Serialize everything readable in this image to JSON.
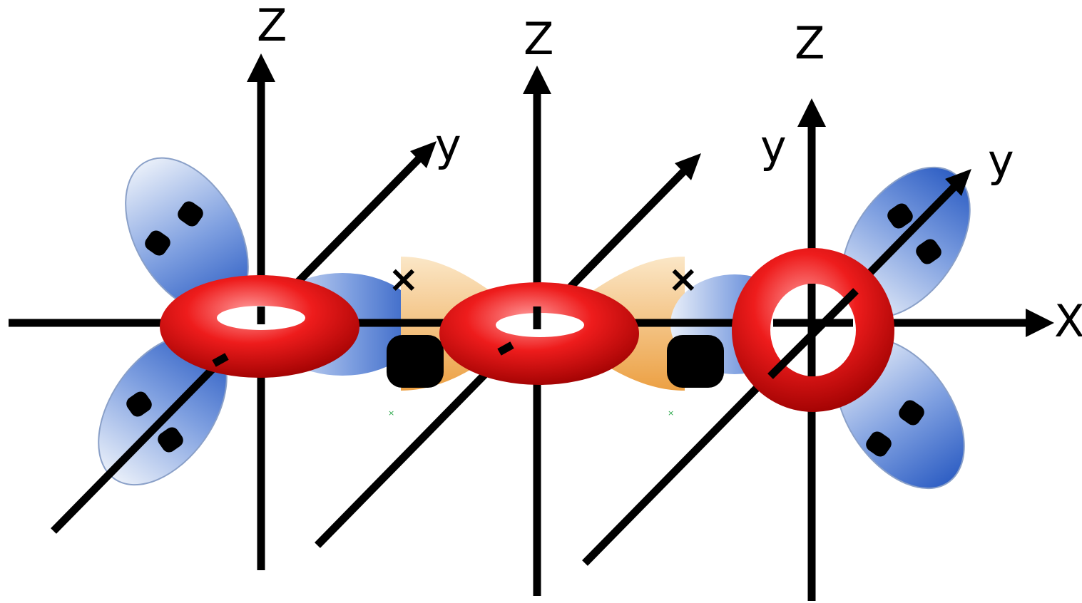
{
  "colors": {
    "axis": "#000000",
    "torus": "#e01010",
    "torus_highlight": "#ff8a8a",
    "lobe_blue": "#3f6fd0",
    "lobe_blue_light": "#e6edf9",
    "lobe_orange": "#f0a646",
    "lobe_orange_light": "#fbe6c6",
    "electron_dot": "#000000",
    "tiny_green_mark": "#2aa84a"
  },
  "labels": {
    "z": "Z",
    "y": "y",
    "x": "X",
    "cross": "×"
  },
  "atoms": [
    {
      "name": "left-atom",
      "torus_orientation": "horizontal"
    },
    {
      "name": "center-atom",
      "torus_orientation": "horizontal"
    },
    {
      "name": "right-atom",
      "torus_orientation": "vertical"
    }
  ]
}
